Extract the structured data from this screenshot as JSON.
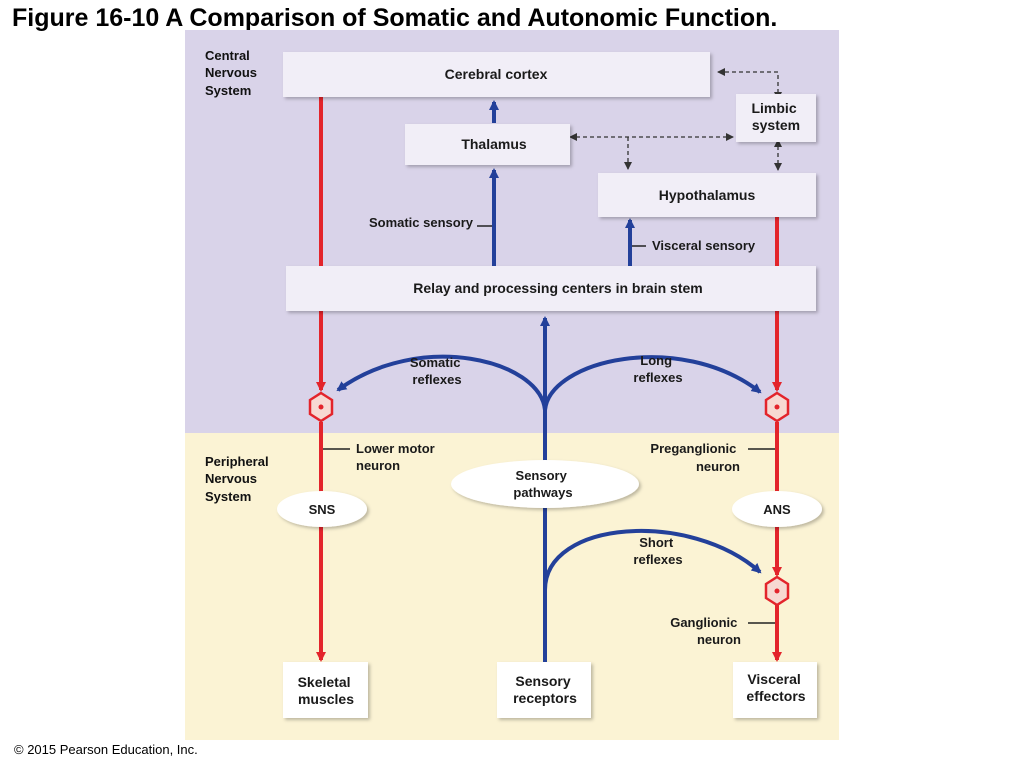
{
  "title": "Figure 16-10 A Comparison of Somatic and Autonomic Function.",
  "copyright": "© 2015 Pearson Education, Inc.",
  "regions": {
    "cns": {
      "label_lines": [
        "Central",
        "Nervous",
        "System"
      ],
      "color": "#d9d3e9"
    },
    "pns": {
      "label_lines": [
        "Peripheral",
        "Nervous",
        "System"
      ],
      "color": "#fbf3d4"
    }
  },
  "boxes": {
    "cerebral_cortex": "Cerebral cortex",
    "limbic_system": [
      "Limbic",
      "system"
    ],
    "thalamus": "Thalamus",
    "hypothalamus": "Hypothalamus",
    "relay_centers": "Relay and processing centers in brain stem",
    "skeletal_muscles": [
      "Skeletal",
      "muscles"
    ],
    "sensory_receptors": [
      "Sensory",
      "receptors"
    ],
    "visceral_effectors": [
      "Visceral",
      "effectors"
    ]
  },
  "labels": {
    "somatic_sensory": "Somatic sensory",
    "visceral_sensory": "Visceral sensory",
    "somatic_reflexes": [
      "Somatic",
      "reflexes"
    ],
    "long_reflexes": [
      "Long",
      "reflexes"
    ],
    "lower_motor_neuron": [
      "Lower motor",
      "neuron"
    ],
    "preganglionic_neuron": [
      "Preganglionic",
      "neuron"
    ],
    "sensory_pathways": [
      "Sensory",
      "pathways"
    ],
    "sns": "SNS",
    "ans": "ANS",
    "short_reflexes": [
      "Short",
      "reflexes"
    ],
    "ganglionic_neuron": [
      "Ganglionic",
      "neuron"
    ]
  },
  "colors": {
    "motor": "#e3242b",
    "sensory": "#23409a",
    "neuron_fill": "#f7d9d2",
    "box_fill": "#f1eef7",
    "dashed": "#444444"
  }
}
